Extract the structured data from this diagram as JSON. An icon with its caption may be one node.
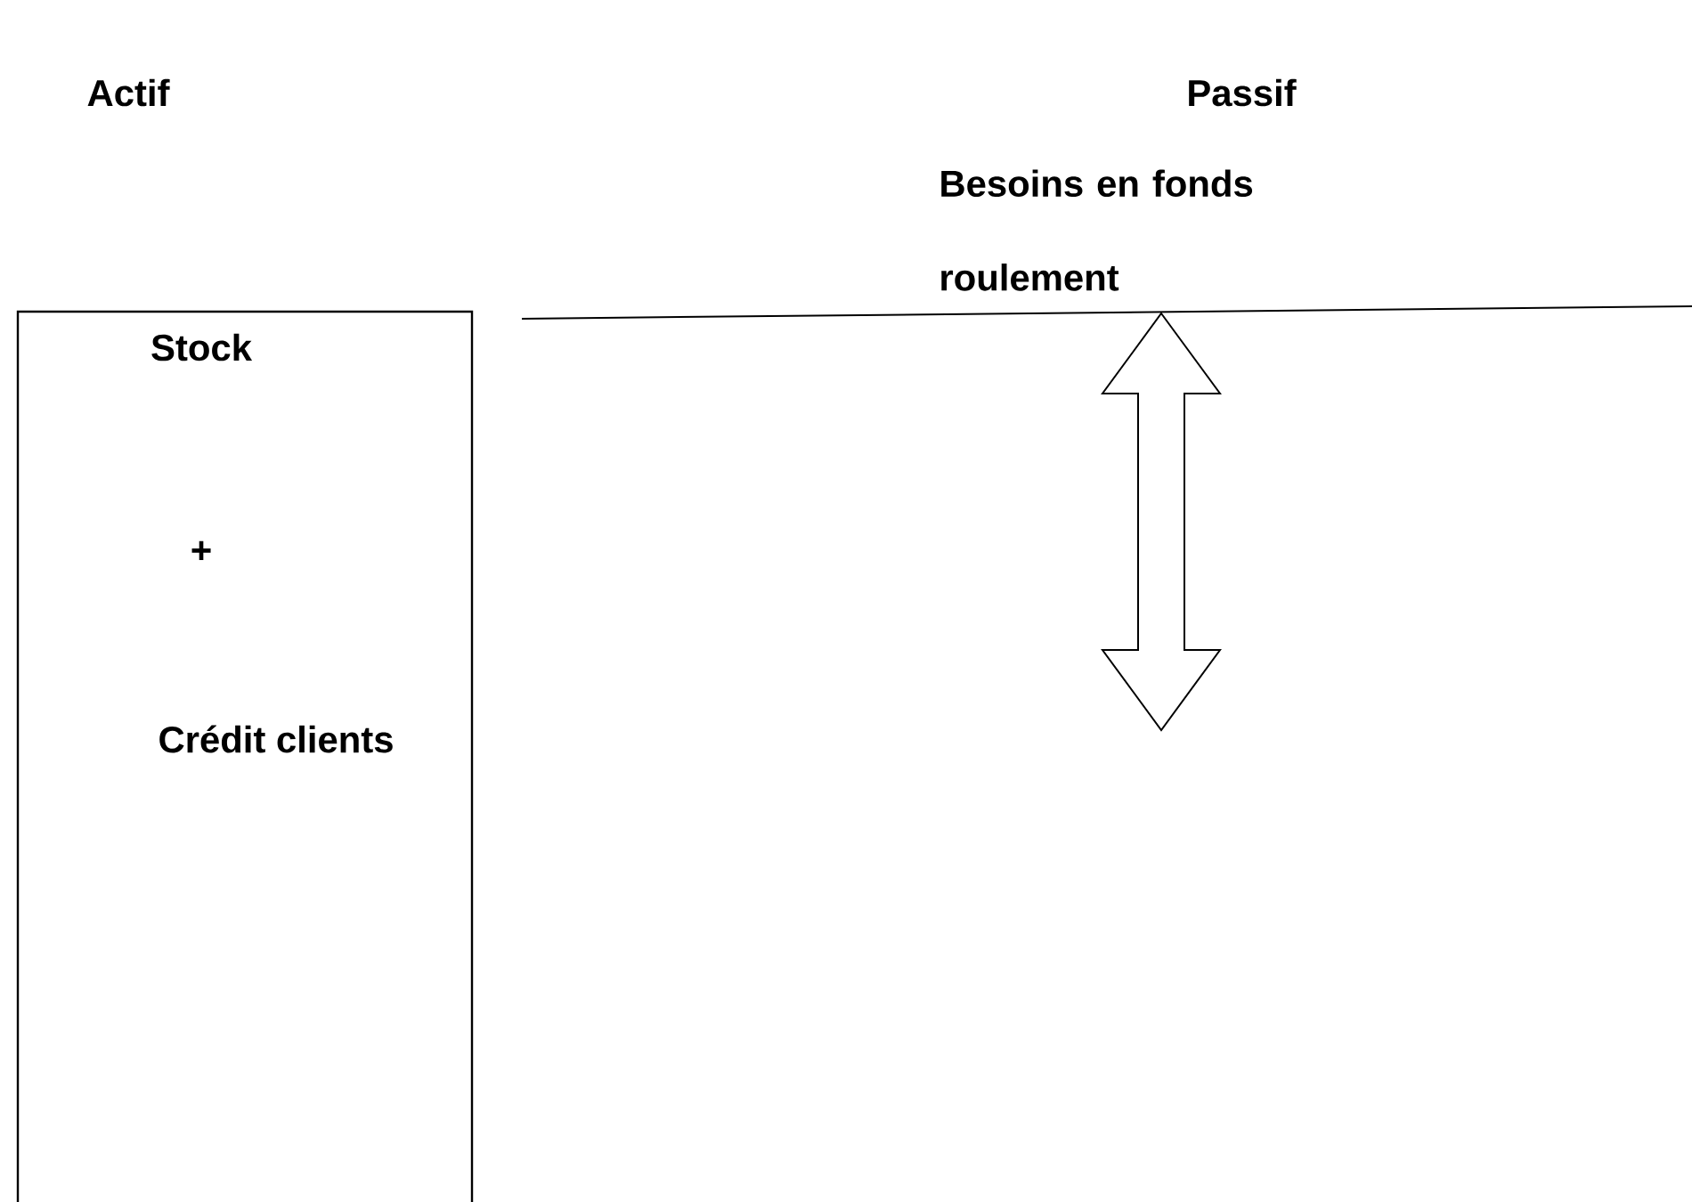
{
  "diagram": {
    "nodes": [
      {
        "text": [
          "Stock",
          "+",
          "Crédit clients"
        ]
      }
    ],
    "labels": [
      "Actif",
      "Passif",
      "Besoins en fonds roulement"
    ]
  }
}
